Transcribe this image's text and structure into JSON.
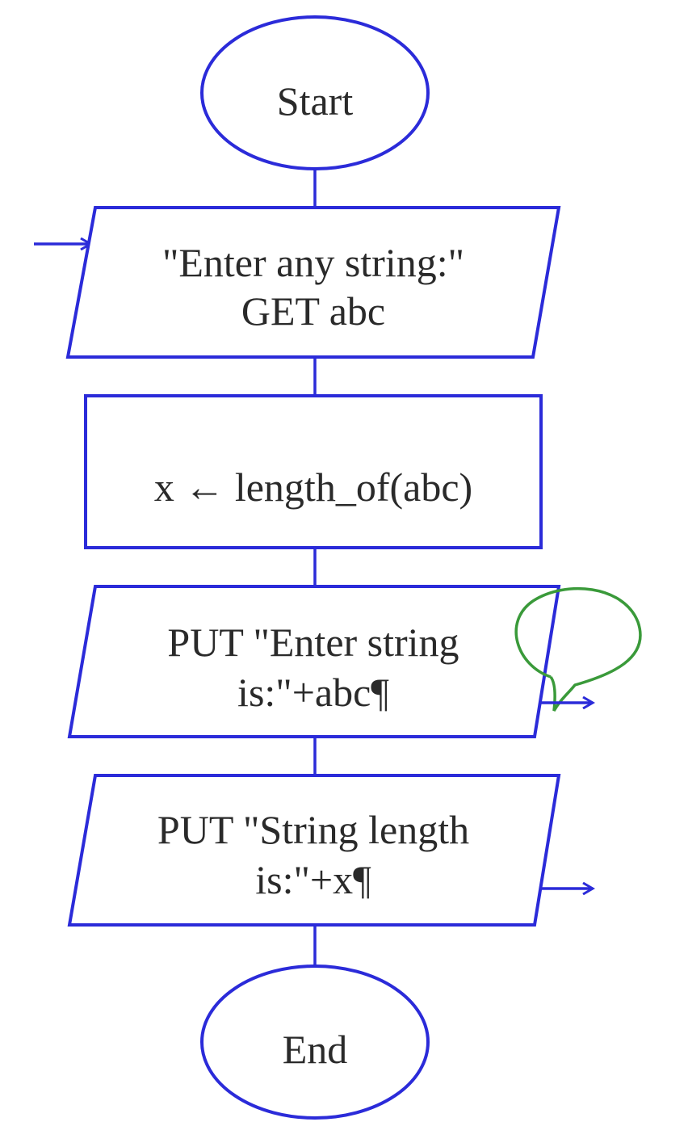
{
  "colors": {
    "shape_stroke": "#2b2bd9",
    "loop_stroke": "#3a9a3a",
    "text": "#2a2a2a",
    "background": "#ffffff"
  },
  "nodes": {
    "start": {
      "shape": "terminator",
      "text": "Start"
    },
    "input": {
      "shape": "input-output",
      "lines": [
        "\"Enter any string:\"",
        "GET abc"
      ]
    },
    "process": {
      "shape": "process",
      "text": "x ← length_of(abc)"
    },
    "output1": {
      "shape": "input-output",
      "lines": [
        "PUT \"Enter string",
        "is:\"+abc¶"
      ]
    },
    "output2": {
      "shape": "input-output",
      "lines": [
        "PUT \"String length",
        "is:\"+x¶"
      ]
    },
    "end": {
      "shape": "terminator",
      "text": "End"
    }
  }
}
